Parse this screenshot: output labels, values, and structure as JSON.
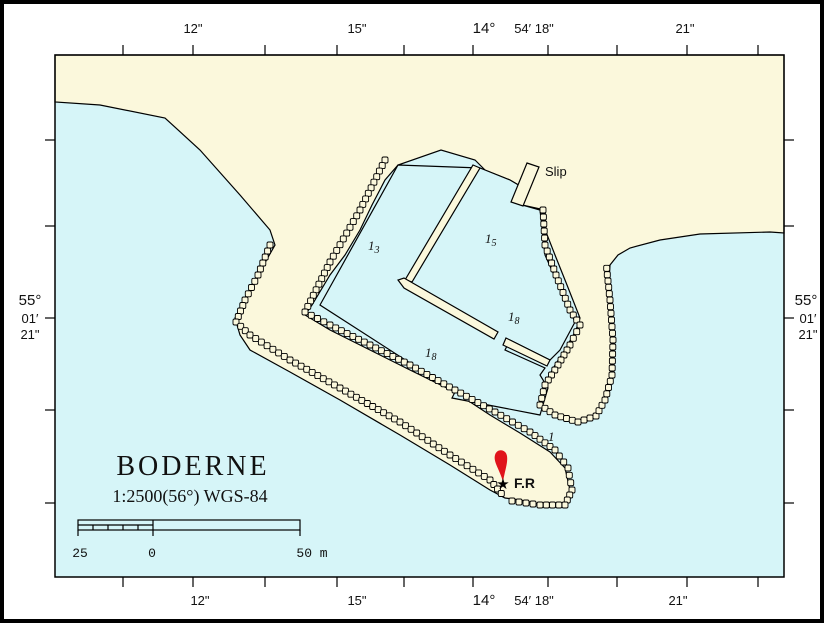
{
  "colors": {
    "water": "#d6f5f8",
    "land": "#fbf8dc",
    "frame": "#000000",
    "light": "#e0141b"
  },
  "top_ticks": {
    "t1": "12\"",
    "t2": "15\"",
    "t3_deg": "14°",
    "t3_min": "54′ 18\"",
    "t4": "21\""
  },
  "bottom_ticks": {
    "t1": "12\"",
    "t2": "15\"",
    "t3_deg": "14°",
    "t3_min": "54′ 18\"",
    "t4": "21\""
  },
  "lat_left": {
    "deg": "55°",
    "min": "01′",
    "sec": "21\""
  },
  "lat_right": {
    "deg": "55°",
    "min": "01′",
    "sec": "21\""
  },
  "labels": {
    "slip": "Slip",
    "light": "F.R",
    "depth_13": {
      "main": "1",
      "sub": "3"
    },
    "depth_15": {
      "main": "1",
      "sub": "5"
    },
    "depth_18a": {
      "main": "1",
      "sub": "8"
    },
    "depth_18b": {
      "main": "1",
      "sub": "8"
    },
    "depth_1": "1"
  },
  "title_block": {
    "name": "BODERNE",
    "scale_text": "1:2500(56°) WGS-84",
    "scalebar": {
      "left": "25",
      "zero": "0",
      "right": "50 m"
    }
  }
}
